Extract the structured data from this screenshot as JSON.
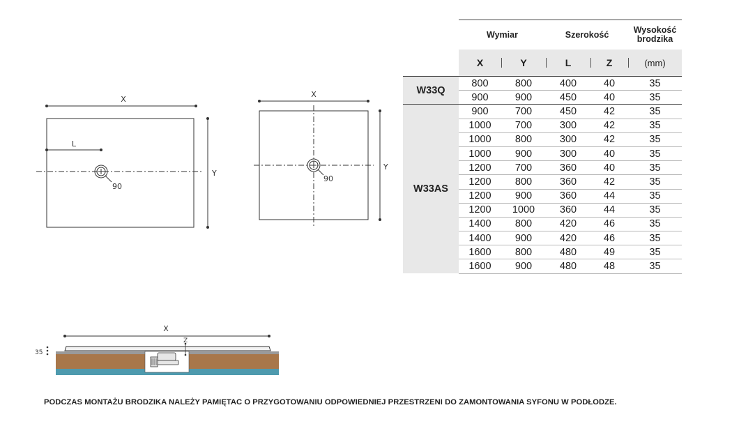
{
  "drawings": {
    "rect": {
      "x_label": "X",
      "y_label": "Y",
      "l_label": "L",
      "drain_label": "90"
    },
    "square": {
      "x_label": "X",
      "y_label": "Y",
      "drain_label": "90"
    },
    "section": {
      "x_label": "X",
      "z_label": "Z",
      "height_label": "35"
    }
  },
  "table": {
    "group_headers": [
      {
        "label": "Wymiar"
      },
      {
        "label": "Szerokość"
      },
      {
        "label_line1": "Wysokość",
        "label_line2": "brodzika"
      }
    ],
    "columns": [
      "X",
      "Y",
      "L",
      "Z",
      "(mm)"
    ],
    "groups": [
      {
        "name": "W33Q",
        "rows": [
          [
            "800",
            "800",
            "400",
            "40",
            "35"
          ],
          [
            "900",
            "900",
            "450",
            "40",
            "35"
          ]
        ]
      },
      {
        "name": "W33AS",
        "rows": [
          [
            "900",
            "700",
            "450",
            "42",
            "35"
          ],
          [
            "1000",
            "700",
            "300",
            "42",
            "35"
          ],
          [
            "1000",
            "800",
            "300",
            "42",
            "35"
          ],
          [
            "1000",
            "900",
            "300",
            "40",
            "35"
          ],
          [
            "1200",
            "700",
            "360",
            "40",
            "35"
          ],
          [
            "1200",
            "800",
            "360",
            "42",
            "35"
          ],
          [
            "1200",
            "900",
            "360",
            "44",
            "35"
          ],
          [
            "1200",
            "1000",
            "360",
            "44",
            "35"
          ],
          [
            "1400",
            "800",
            "420",
            "46",
            "35"
          ],
          [
            "1400",
            "900",
            "420",
            "46",
            "35"
          ],
          [
            "1600",
            "800",
            "480",
            "49",
            "35"
          ],
          [
            "1600",
            "900",
            "480",
            "48",
            "35"
          ]
        ]
      }
    ]
  },
  "footer": {
    "note": "PODCZAS MONTAŻU BRODZIKA NALEŻY PAMIĘTAC O PRZYGOTOWANIU ODPOWIEDNIEJ PRZESTRZENI DO ZAMONTOWANIA SYFONU W PODŁODZE."
  },
  "colors": {
    "floor_brown": "#a8774a",
    "floor_blue": "#4e9aae",
    "header_grey": "#e8e8e8"
  }
}
